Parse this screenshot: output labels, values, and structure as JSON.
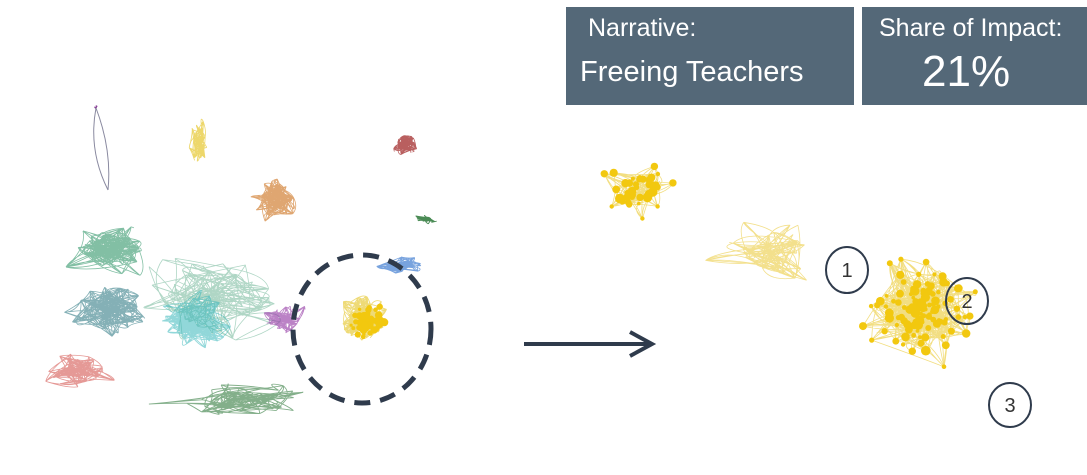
{
  "narrative": {
    "label": "Narrative:",
    "value": "Freeing Teachers"
  },
  "share": {
    "label": "Share of Impact:",
    "value": "21%"
  },
  "highlights": [
    "1",
    "2",
    "3"
  ],
  "colors": {
    "box": "#546878",
    "arrow": "#2f3b4c",
    "subnetwork": "#e8c21a",
    "clusters": [
      "#1b8a5a",
      "#1f6f7a",
      "#37b7b9",
      "#d0453f",
      "#8e2fa0",
      "#c96a12",
      "#9b1b1b",
      "#1e66c8",
      "#e3c11b",
      "#1d6e2a",
      "#7a2a8a"
    ]
  }
}
